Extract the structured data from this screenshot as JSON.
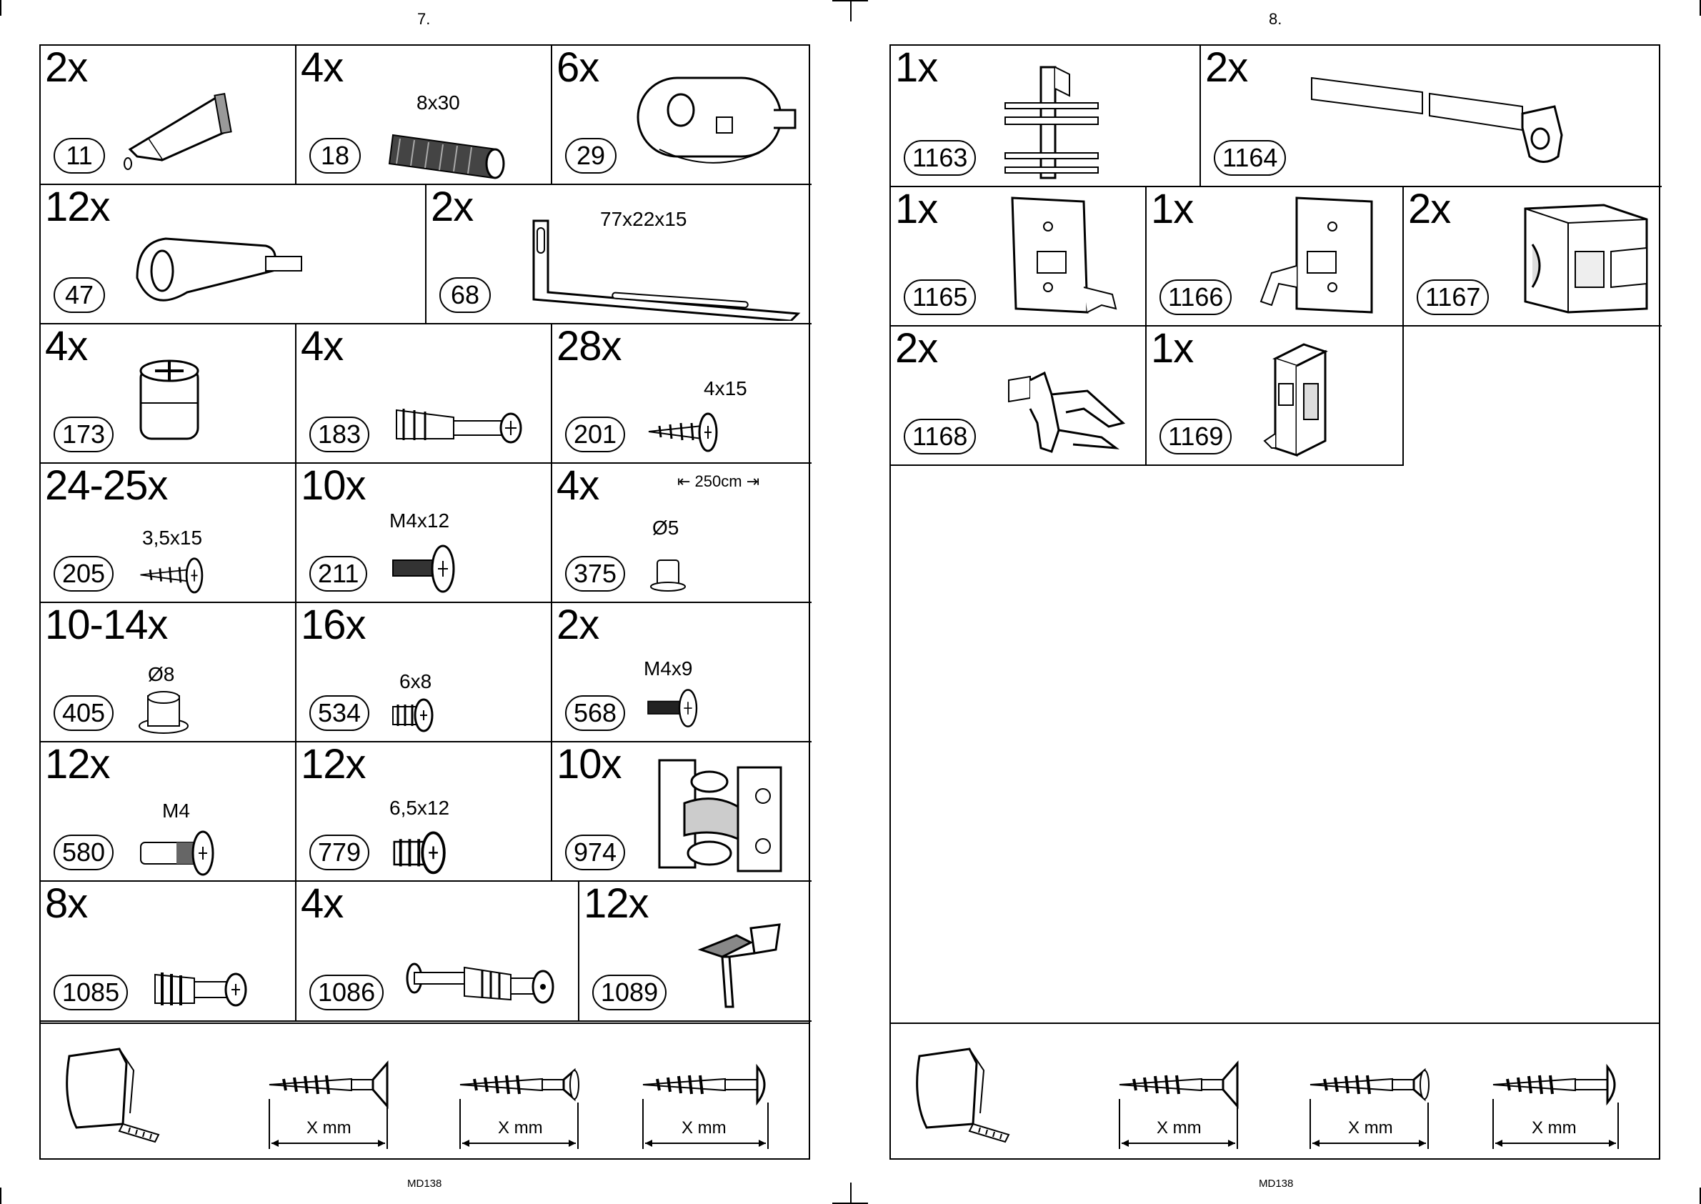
{
  "left_page": {
    "page_number": "7.",
    "footer": "MD138",
    "parts": [
      {
        "qty": "2x",
        "part": "11",
        "icon": "glue-tube-icon"
      },
      {
        "qty": "4x",
        "part": "18",
        "spec": "8x30",
        "icon": "wooden-dowel-icon"
      },
      {
        "qty": "6x",
        "part": "29",
        "icon": "oval-connector-icon"
      },
      {
        "qty": "12x",
        "part": "47",
        "icon": "lever-fitting-icon"
      },
      {
        "qty": "2x",
        "part": "68",
        "spec": "77x22x15",
        "icon": "angle-bracket-icon"
      },
      {
        "qty": "4x",
        "part": "173",
        "icon": "cam-lock-icon"
      },
      {
        "qty": "4x",
        "part": "183",
        "icon": "cam-bolt-icon"
      },
      {
        "qty": "28x",
        "part": "201",
        "spec": "4x15",
        "icon": "screw-icon"
      },
      {
        "qty": "24-25x",
        "part": "205",
        "spec": "3,5x15",
        "icon": "screw-icon"
      },
      {
        "qty": "10x",
        "part": "211",
        "spec": "M4x12",
        "icon": "machine-screw-icon"
      },
      {
        "qty": "4x",
        "part": "375",
        "spec": "Ø5",
        "icon": "shelf-pin-icon",
        "ruler": "250cm"
      },
      {
        "qty": "10-14x",
        "part": "405",
        "spec": "Ø8",
        "icon": "plastic-bushing-icon"
      },
      {
        "qty": "16x",
        "part": "534",
        "spec": "6x8",
        "icon": "euro-screw-icon"
      },
      {
        "qty": "2x",
        "part": "568",
        "spec": "M4x9",
        "icon": "machine-screw-icon"
      },
      {
        "qty": "12x",
        "part": "580",
        "spec": "M4",
        "icon": "sleeve-nut-icon"
      },
      {
        "qty": "12x",
        "part": "779",
        "spec": "6,5x12",
        "icon": "euro-screw-icon"
      },
      {
        "qty": "10x",
        "part": "974",
        "icon": "hinge-icon"
      },
      {
        "qty": "8x",
        "part": "1085",
        "icon": "cam-bolt-icon"
      },
      {
        "qty": "4x",
        "part": "1086",
        "icon": "connector-bolt-icon"
      },
      {
        "qty": "12x",
        "part": "1089",
        "icon": "shelf-support-icon"
      }
    ],
    "measure_labels": [
      "X mm",
      "X mm",
      "X mm"
    ]
  },
  "right_page": {
    "page_number": "8.",
    "footer": "MD138",
    "parts": [
      {
        "qty": "1x",
        "part": "1163",
        "icon": "rail-clip-icon"
      },
      {
        "qty": "2x",
        "part": "1164",
        "icon": "rail-bar-icon"
      },
      {
        "qty": "1x",
        "part": "1165",
        "icon": "mounting-plate-icon"
      },
      {
        "qty": "1x",
        "part": "1166",
        "icon": "mounting-plate-icon"
      },
      {
        "qty": "2x",
        "part": "1167",
        "icon": "block-connector-icon"
      },
      {
        "qty": "2x",
        "part": "1168",
        "icon": "clip-icon"
      },
      {
        "qty": "1x",
        "part": "1169",
        "icon": "bracket-clip-icon"
      }
    ],
    "measure_labels": [
      "X mm",
      "X mm",
      "X mm"
    ]
  }
}
